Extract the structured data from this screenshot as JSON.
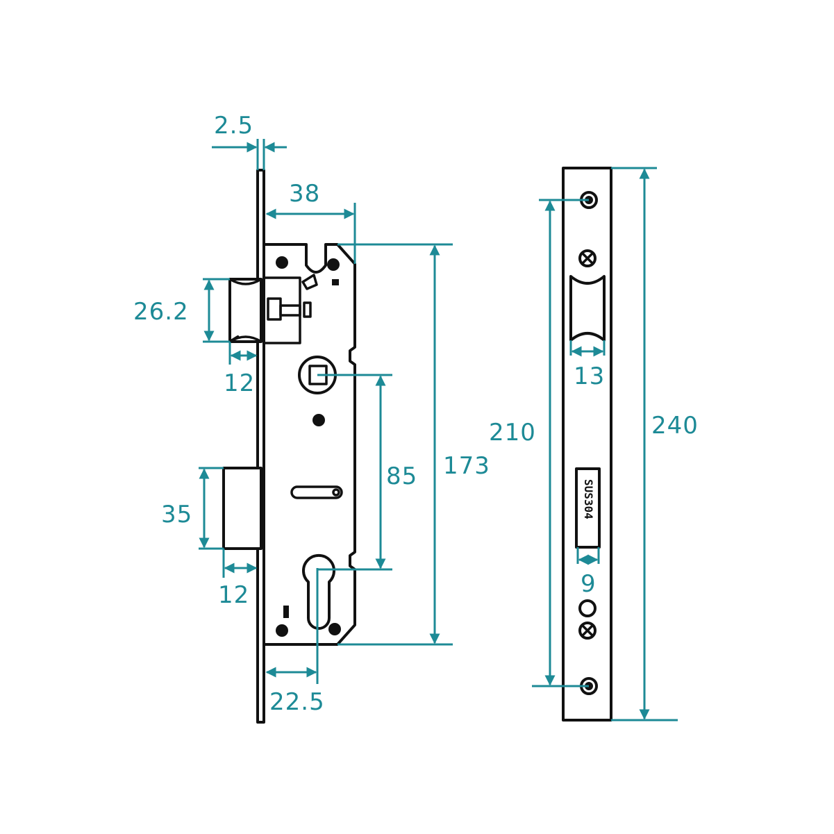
{
  "colors": {
    "dimension": "#1d8a96",
    "outline": "#111111",
    "background": "#ffffff"
  },
  "dimensions": {
    "faceplate_thickness": "2.5",
    "backset": "38",
    "latch_height": "26.2",
    "latch_projection": "12",
    "deadbolt_height": "35",
    "deadbolt_projection": "12",
    "cylinder_offset": "22.5",
    "spindle_to_cylinder": "85",
    "case_height": "173",
    "screw_centers": "210",
    "faceplate_length": "240",
    "latch_slot_width": "13",
    "bolt_slot_width": "9"
  },
  "faceplate": {
    "stamp": "SUS304"
  }
}
